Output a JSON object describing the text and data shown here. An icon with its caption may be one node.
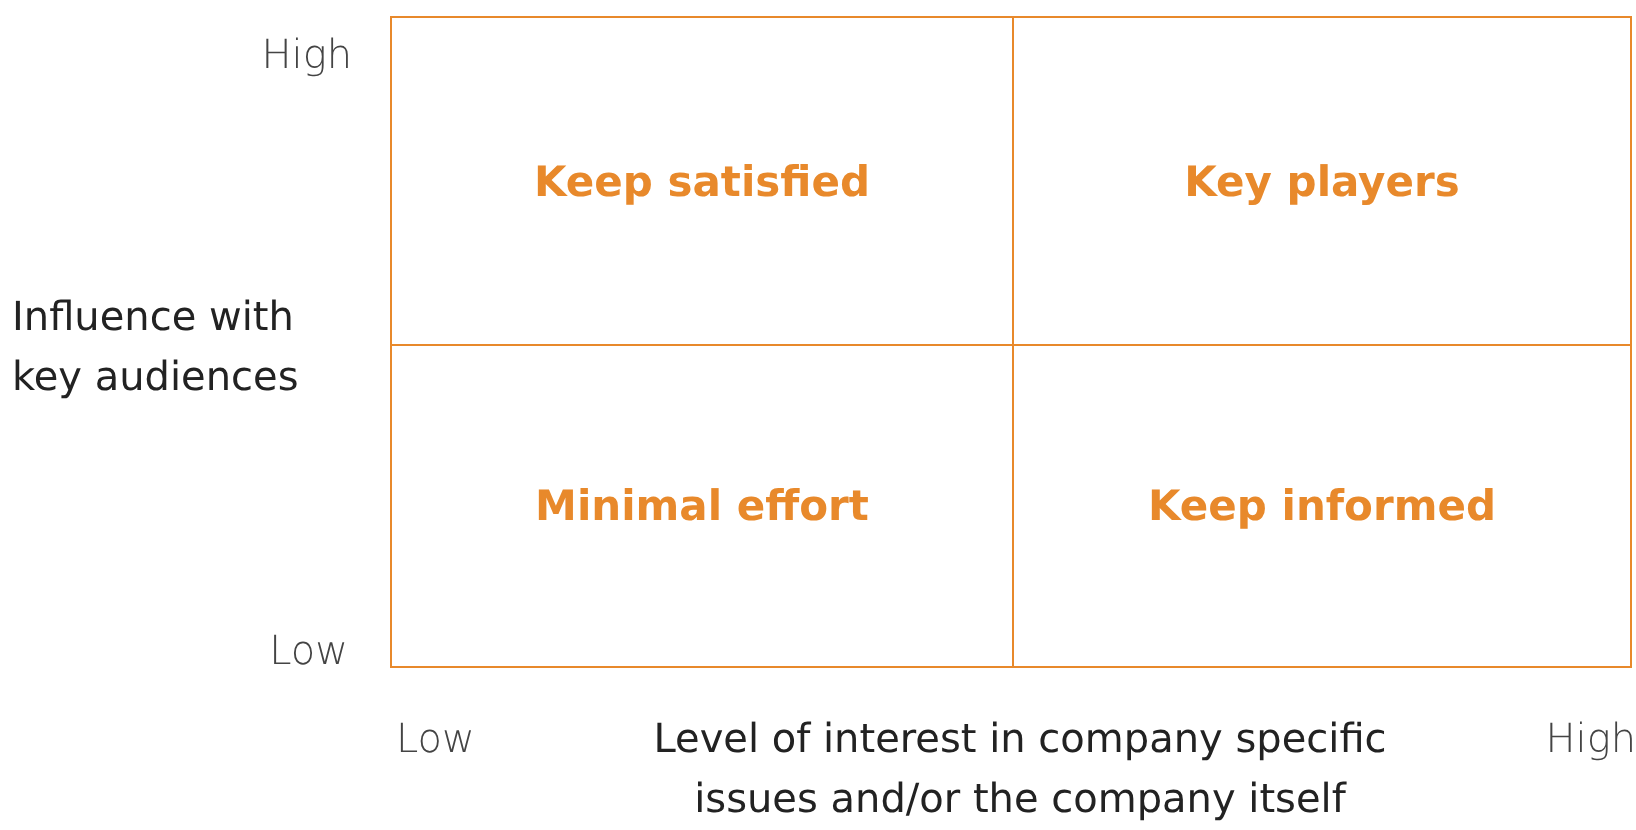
{
  "diagram": {
    "nodes": [
      {
        "text": [
          "Keep satisfied"
        ]
      },
      {
        "text": [
          "Key players"
        ]
      },
      {
        "text": [
          "Minimal effort"
        ]
      },
      {
        "text": [
          "Keep informed"
        ]
      }
    ],
    "labels": [
      "High",
      "Influence with key audiences",
      "Low",
      "Low",
      "Level of interest in company specific issues and/or the company itself",
      "High"
    ]
  }
}
